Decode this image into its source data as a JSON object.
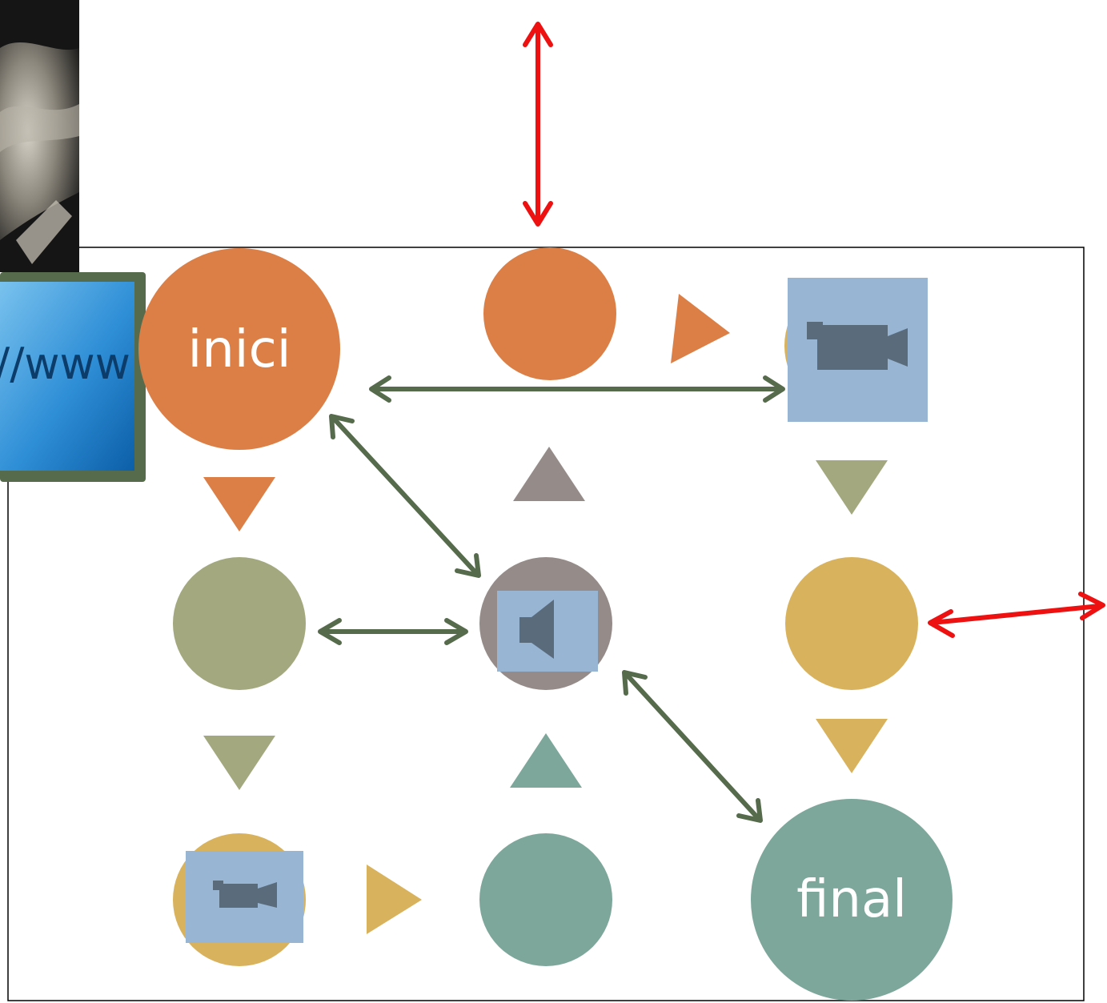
{
  "nodes": {
    "start": {
      "label": "inici",
      "color": "#DC7F47"
    },
    "top_middle": {
      "color": "#DC7F47"
    },
    "top_right_video": {
      "color": "#D8B25C",
      "media": "video-camera-icon"
    },
    "middle_left": {
      "color": "#A3A87E"
    },
    "middle_audio": {
      "color": "#958B89",
      "media": "speaker-icon"
    },
    "middle_right": {
      "color": "#D8B25C"
    },
    "bottom_left_video": {
      "color": "#D8B25C",
      "media": "video-camera-icon"
    },
    "bottom_middle": {
      "color": "#7DA79B"
    },
    "end": {
      "label": "final",
      "color": "#7DA79B"
    }
  },
  "flow_arrows": {
    "start_to_middle_left": "#DC7F47",
    "middle_left_to_bottom_left": "#A3A87E",
    "bottom_left_to_bottom_middle": "#D8B25C",
    "bottom_middle_to_middle_audio": "#7DA79B",
    "middle_audio_to_top_middle": "#958B89",
    "top_middle_to_top_right": "#DC7F47",
    "top_right_to_middle_right": "#A3A87E",
    "middle_right_to_end": "#D8B25C"
  },
  "link_color": "#566B4C",
  "external_link_color": "#EE1111",
  "media_panel_color": "#98B6D4",
  "media_icon_color": "#5A6C7C",
  "photo": {
    "caption": "//www"
  }
}
